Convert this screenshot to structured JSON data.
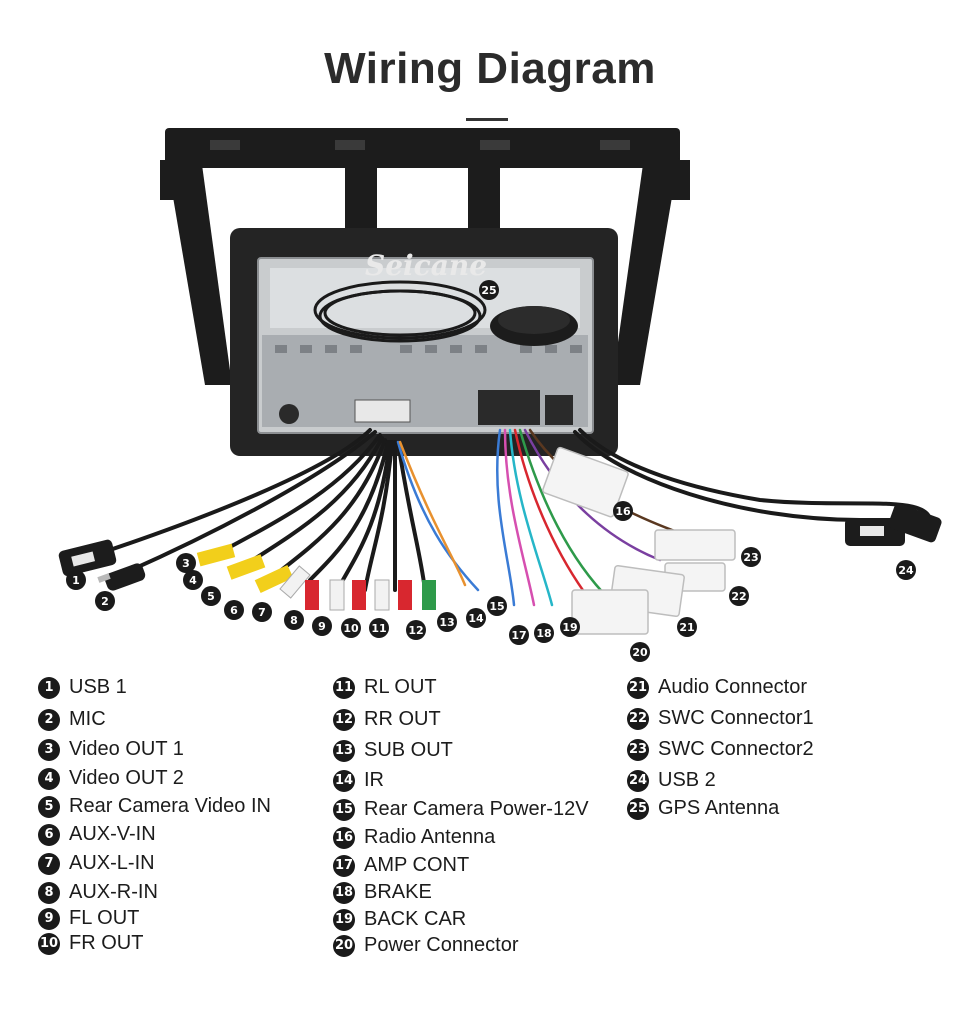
{
  "title": "Wiring Diagram",
  "watermark": "Seicane",
  "legend": [
    {
      "n": "1",
      "label": "USB 1"
    },
    {
      "n": "2",
      "label": "MIC"
    },
    {
      "n": "3",
      "label": "Video OUT 1"
    },
    {
      "n": "4",
      "label": "Video OUT 2"
    },
    {
      "n": "5",
      "label": "Rear Camera Video IN"
    },
    {
      "n": "6",
      "label": "AUX-V-IN"
    },
    {
      "n": "7",
      "label": "AUX-L-IN"
    },
    {
      "n": "8",
      "label": "AUX-R-IN"
    },
    {
      "n": "9",
      "label": "FL OUT"
    },
    {
      "n": "10",
      "label": "FR OUT"
    },
    {
      "n": "11",
      "label": "RL OUT"
    },
    {
      "n": "12",
      "label": "RR OUT"
    },
    {
      "n": "13",
      "label": "SUB OUT"
    },
    {
      "n": "14",
      "label": "IR"
    },
    {
      "n": "15",
      "label": "Rear Camera Power-12V"
    },
    {
      "n": "16",
      "label": "Radio Antenna"
    },
    {
      "n": "17",
      "label": "AMP CONT"
    },
    {
      "n": "18",
      "label": "BRAKE"
    },
    {
      "n": "19",
      "label": "BACK CAR"
    },
    {
      "n": "20",
      "label": "Power Connector"
    },
    {
      "n": "21",
      "label": "Audio Connector"
    },
    {
      "n": "22",
      "label": "SWC Connector1"
    },
    {
      "n": "23",
      "label": "SWC Connector2"
    },
    {
      "n": "24",
      "label": "USB 2"
    },
    {
      "n": "25",
      "label": "GPS Antenna"
    }
  ],
  "colors": {
    "bracket": "#1c1c1c",
    "unit_body": "#c9ccce",
    "cable": "#1a1a1a",
    "rca_yellow": "#f2cf1b",
    "rca_white": "#f2f2f2",
    "rca_red": "#d8272f",
    "rca_green": "#2e9a4a",
    "connector_white": "#f4f4f4",
    "badge": "#1a1a1a"
  }
}
